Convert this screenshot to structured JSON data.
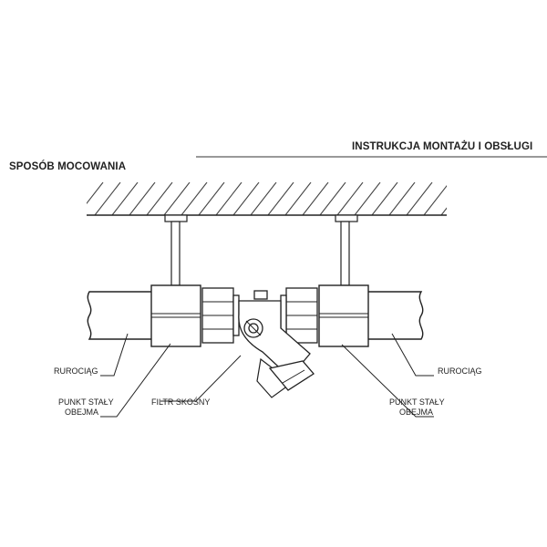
{
  "header": {
    "title": "INSTRUKCJA MONTAŻU I OBSŁUGI",
    "section": "SPOSÓB MOCOWANIA"
  },
  "labels": {
    "pipe_left": "RUROCIĄG",
    "pipe_right": "RUROCIĄG",
    "fixed_point_left_1": "PUNKT STAŁY",
    "fixed_point_left_2": "OBEJMA",
    "filter": "FILTR SKOŚNY",
    "fixed_point_right_1": "PUNKT STAŁY",
    "fixed_point_right_2": "OBEJMA"
  }
}
